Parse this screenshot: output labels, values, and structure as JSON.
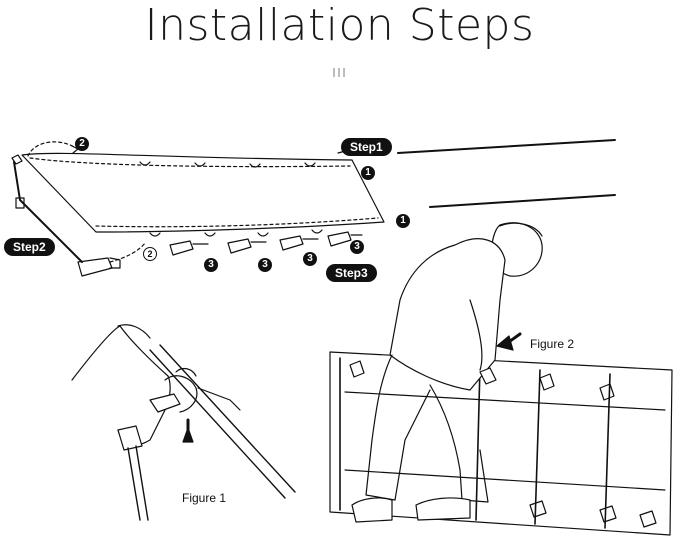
{
  "header": {
    "title": "Installation Steps"
  },
  "steps": {
    "step1": "Step1",
    "step2": "Step2",
    "step3": "Step3"
  },
  "markers": {
    "one": "1",
    "two": "2",
    "three": "3"
  },
  "figures": {
    "figure1": "Figure 1",
    "figure2": "Figure 2"
  }
}
